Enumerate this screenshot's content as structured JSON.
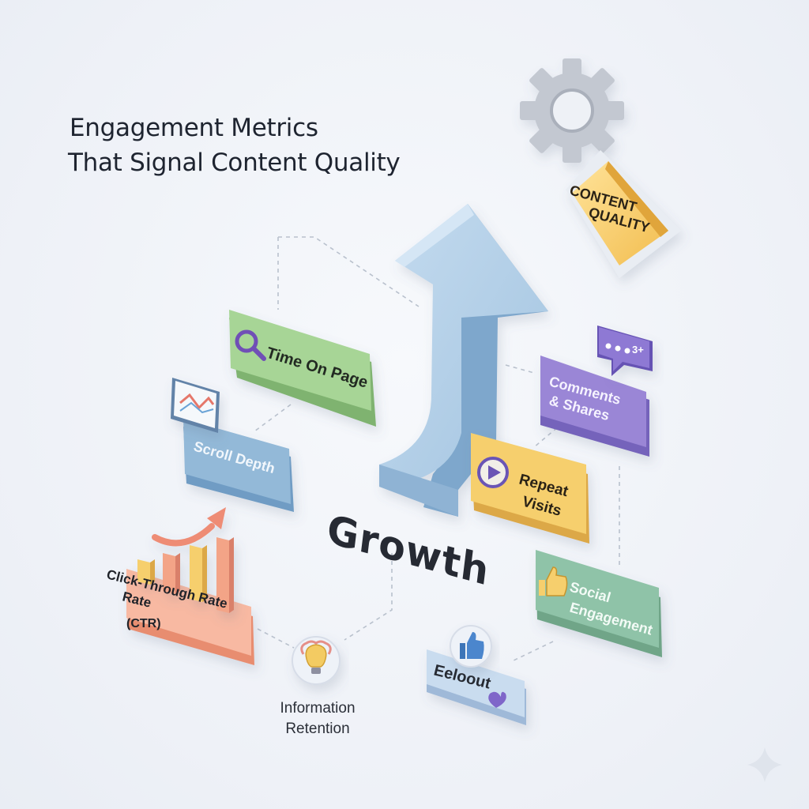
{
  "title": {
    "line1": "Engagement Metrics",
    "line2": "That Signal Content Quality"
  },
  "center_label": "Growth",
  "badges": {
    "content_quality": {
      "line1": "CONTENT",
      "line2": "QUALITY"
    },
    "comment_count": "3+"
  },
  "metrics": {
    "time_on_page": "Time On Page",
    "scroll_depth": "Scroll Depth",
    "comments_shares": {
      "line1": "Comments",
      "line2": "& Shares"
    },
    "repeat_visits": {
      "line1": "Repeat",
      "line2": "Visits"
    },
    "social_engagement": {
      "line1": "Social",
      "line2": "Engagement"
    },
    "ctr": {
      "line1": "Click-Through Rate",
      "line2": "Rate",
      "line3": "(CTR)"
    },
    "information_retention": {
      "line1": "Information",
      "line2": "Retention"
    },
    "eeloout": "Eeloout"
  },
  "icons": {
    "gear": "gear-icon",
    "magnifier": "magnifier-icon",
    "chart": "line-chart-icon",
    "chat": "chat-bubble-icon",
    "play": "play-icon",
    "thumbs_up": "thumbs-up-icon",
    "brain": "brain-lightbulb-icon",
    "heart": "heart-icon",
    "bars": "bar-chart-icon",
    "sparkle": "sparkle-icon"
  },
  "colors": {
    "green": "#9fcf8f",
    "blue": "#93b9d8",
    "purple": "#9a86d6",
    "yellow": "#f6cf6d",
    "teal": "#8fc3a8",
    "salmon": "#f4a88e",
    "light_blue": "#c9dcef",
    "arrow": "#a9c8e2"
  }
}
